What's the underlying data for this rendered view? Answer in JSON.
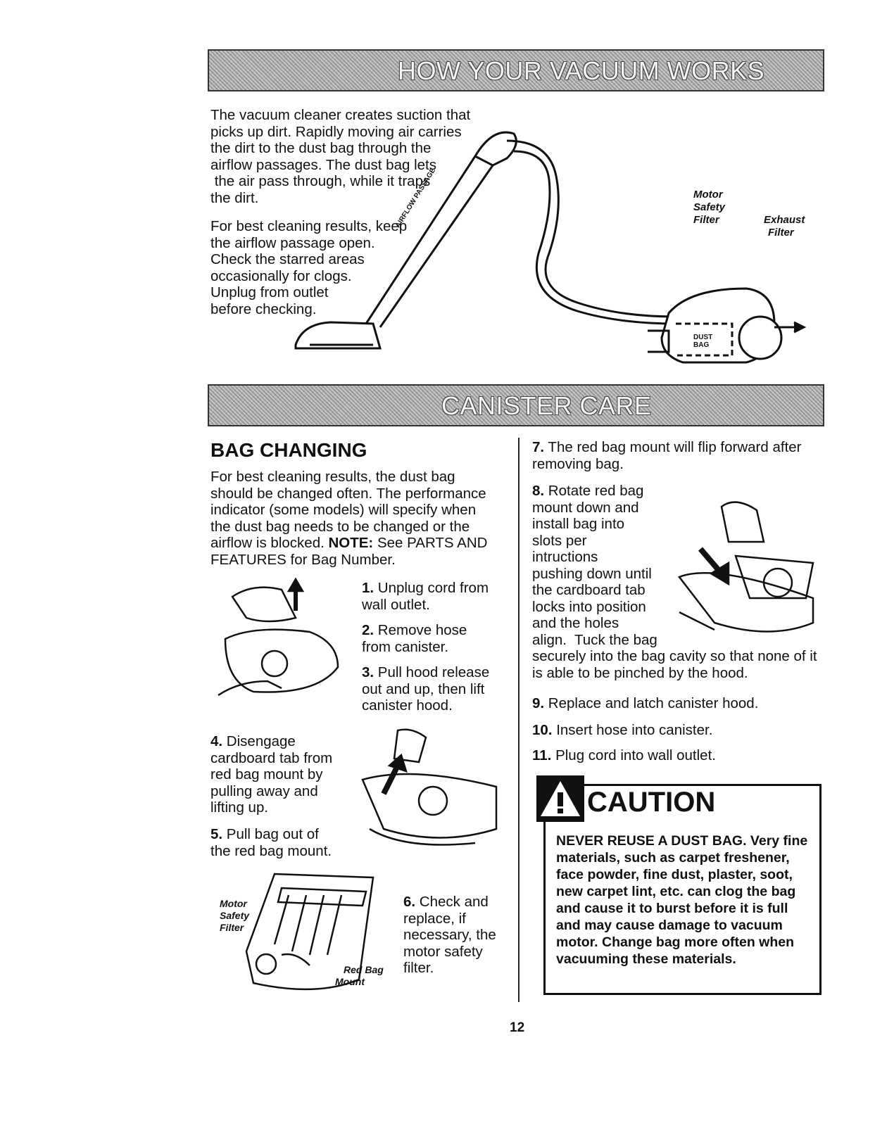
{
  "banners": {
    "how_it_works": "HOW YOUR VACUUM WORKS",
    "canister_care": "CANISTER CARE"
  },
  "intro": {
    "para1": [
      "The vacuum cleaner creates suction that",
      "picks up dirt. Rapidly moving air carries",
      "the dirt to the dust bag through the",
      "airflow passages. The dust bag lets",
      " the air pass through, while it traps",
      "the dirt."
    ],
    "para2": [
      "For best cleaning results, keep",
      "the airflow passage open.",
      "Check the starred areas",
      "occasionally for clogs.",
      "Unplug from outlet",
      "before checking."
    ]
  },
  "diagram_labels": {
    "motor_safety_filter": [
      "Motor",
      "Safety",
      "Filter"
    ],
    "exhaust_filter": [
      "Exhaust",
      "Filter"
    ],
    "dust_bag": [
      "DUST",
      "BAG"
    ],
    "airflow_passage": "AIRFLOW PASSAGE",
    "red_bag_mount": [
      "Red Bag",
      "Mount"
    ],
    "motor_safety_filter_small": [
      "Motor",
      "Safety",
      "Filter"
    ]
  },
  "bag_changing": {
    "heading": "BAG CHANGING",
    "intro_lines": [
      "For best cleaning results, the dust bag",
      "should be changed often. The performance",
      "indicator (some models) will specify when",
      "the dust bag needs to be changed or the",
      "airflow is blocked. "
    ],
    "note_label": "NOTE:",
    "note_text": " See PARTS AND",
    "note_line2": "FEATURES for Bag Number."
  },
  "steps": {
    "s1": {
      "num": "1.",
      "lines": [
        " Unplug cord from",
        "wall outlet."
      ]
    },
    "s2": {
      "num": "2.",
      "lines": [
        " Remove hose",
        "from canister."
      ]
    },
    "s3": {
      "num": "3.",
      "lines": [
        " Pull hood release",
        "out and up, then lift",
        "canister hood."
      ]
    },
    "s4": {
      "num": "4.",
      "lines": [
        " Disengage",
        "cardboard tab from",
        "red bag mount by",
        "pulling away and",
        "lifting up."
      ]
    },
    "s5": {
      "num": "5.",
      "lines": [
        " Pull bag out of",
        "the red bag mount."
      ]
    },
    "s6": {
      "num": "6.",
      "lines": [
        " Check and",
        "replace, if",
        "necessary, the",
        "motor safety",
        "filter."
      ]
    },
    "s7": {
      "num": "7.",
      "lines": [
        " The red bag mount will flip forward after",
        "removing bag."
      ]
    },
    "s8": {
      "num": "8.",
      "lines": [
        " Rotate red bag",
        "mount down and",
        "install bag into",
        "slots per",
        "intructions",
        "pushing down until",
        "the cardboard tab",
        "locks into position",
        "and the holes",
        "align.  Tuck the bag",
        "securely into the bag cavity so that none of it",
        "is able to be pinched by the hood."
      ]
    },
    "s9": {
      "num": "9.",
      "lines": [
        " Replace and latch canister hood."
      ]
    },
    "s10": {
      "num": "10.",
      "lines": [
        " Insert hose into canister."
      ]
    },
    "s11": {
      "num": "11.",
      "lines": [
        " Plug cord into wall outlet."
      ]
    }
  },
  "caution": {
    "title": "CAUTION",
    "body": "NEVER REUSE A DUST BAG. Very fine materials, such as carpet freshener, face powder, fine dust, plaster, soot, new carpet lint, etc. can clog the bag and cause it to burst before it is full and may cause damage to vacuum motor.  Change bag more often when vacuuming these materials."
  },
  "page_number": "12"
}
